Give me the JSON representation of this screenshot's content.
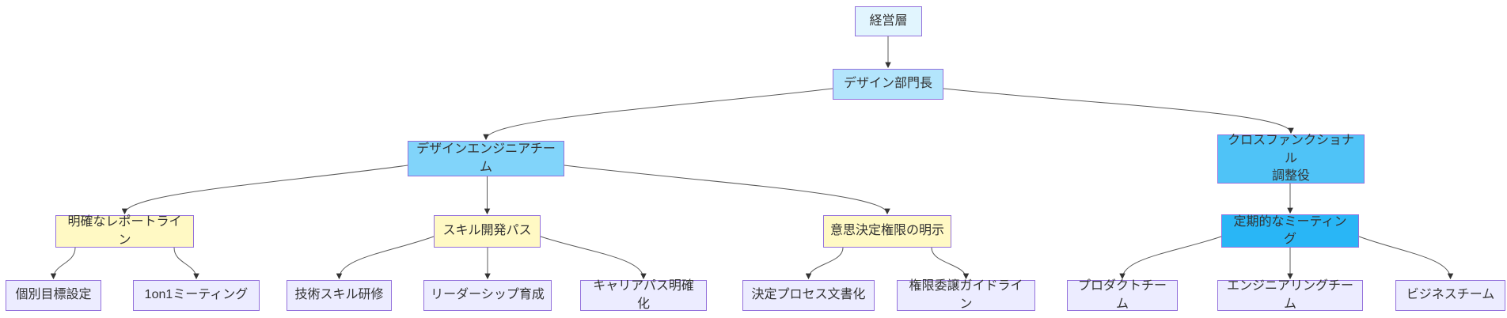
{
  "diagram": {
    "type": "flowchart",
    "direction": "top-down",
    "background": "#ffffff",
    "edge_color": "#5b5b5b",
    "arrow_color": "#333333",
    "default_border": "#9370db",
    "default_text": "#333333",
    "nodes": [
      {
        "id": "exec",
        "label": "経営層",
        "fill": "#e1f5fe",
        "border": "#9370db",
        "text": "#333333"
      },
      {
        "id": "design_head",
        "label": "デザイン部門長",
        "fill": "#b3e5fc",
        "border": "#9370db",
        "text": "#333333"
      },
      {
        "id": "design_eng_team",
        "label": "デザインエンジニアチーム",
        "fill": "#81d4fa",
        "border": "#9370db",
        "text": "#333333"
      },
      {
        "id": "cross_functional",
        "label": "クロスファンクショナル\n調整役",
        "fill": "#4fc3f7",
        "border": "#9370db",
        "text": "#333333"
      },
      {
        "id": "report_line",
        "label": "明確なレポートライン",
        "fill": "#fff9c4",
        "border": "#9370db",
        "text": "#333333"
      },
      {
        "id": "skill_path",
        "label": "スキル開発パス",
        "fill": "#fff9c4",
        "border": "#9370db",
        "text": "#333333"
      },
      {
        "id": "decision_authority",
        "label": "意思決定権限の明示",
        "fill": "#fff9c4",
        "border": "#9370db",
        "text": "#333333"
      },
      {
        "id": "regular_meeting",
        "label": "定期的なミーティング",
        "fill": "#29b6f6",
        "border": "#9370db",
        "text": "#333333"
      },
      {
        "id": "individual_goal",
        "label": "個別目標設定",
        "fill": "#ececff",
        "border": "#9370db",
        "text": "#333333"
      },
      {
        "id": "one_on_one",
        "label": "1on1ミーティング",
        "fill": "#ececff",
        "border": "#9370db",
        "text": "#333333"
      },
      {
        "id": "tech_training",
        "label": "技術スキル研修",
        "fill": "#ececff",
        "border": "#9370db",
        "text": "#333333"
      },
      {
        "id": "leadership",
        "label": "リーダーシップ育成",
        "fill": "#ececff",
        "border": "#9370db",
        "text": "#333333"
      },
      {
        "id": "career_path",
        "label": "キャリアパス明確化",
        "fill": "#ececff",
        "border": "#9370db",
        "text": "#333333"
      },
      {
        "id": "decision_doc",
        "label": "決定プロセス文書化",
        "fill": "#ececff",
        "border": "#9370db",
        "text": "#333333"
      },
      {
        "id": "delegation_guide",
        "label": "権限委譲ガイドライン",
        "fill": "#ececff",
        "border": "#9370db",
        "text": "#333333"
      },
      {
        "id": "product_team",
        "label": "プロダクトチーム",
        "fill": "#ececff",
        "border": "#9370db",
        "text": "#333333"
      },
      {
        "id": "engineering_team",
        "label": "エンジニアリングチーム",
        "fill": "#ececff",
        "border": "#9370db",
        "text": "#333333"
      },
      {
        "id": "business_team",
        "label": "ビジネスチーム",
        "fill": "#ececff",
        "border": "#9370db",
        "text": "#333333"
      }
    ],
    "edges": [
      {
        "from": "exec",
        "to": "design_head"
      },
      {
        "from": "design_head",
        "to": "design_eng_team"
      },
      {
        "from": "design_head",
        "to": "cross_functional"
      },
      {
        "from": "design_eng_team",
        "to": "report_line"
      },
      {
        "from": "design_eng_team",
        "to": "skill_path"
      },
      {
        "from": "design_eng_team",
        "to": "decision_authority"
      },
      {
        "from": "report_line",
        "to": "individual_goal"
      },
      {
        "from": "report_line",
        "to": "one_on_one"
      },
      {
        "from": "skill_path",
        "to": "tech_training"
      },
      {
        "from": "skill_path",
        "to": "leadership"
      },
      {
        "from": "skill_path",
        "to": "career_path"
      },
      {
        "from": "decision_authority",
        "to": "decision_doc"
      },
      {
        "from": "decision_authority",
        "to": "delegation_guide"
      },
      {
        "from": "cross_functional",
        "to": "regular_meeting"
      },
      {
        "from": "regular_meeting",
        "to": "product_team"
      },
      {
        "from": "regular_meeting",
        "to": "engineering_team"
      },
      {
        "from": "regular_meeting",
        "to": "business_team"
      }
    ]
  }
}
